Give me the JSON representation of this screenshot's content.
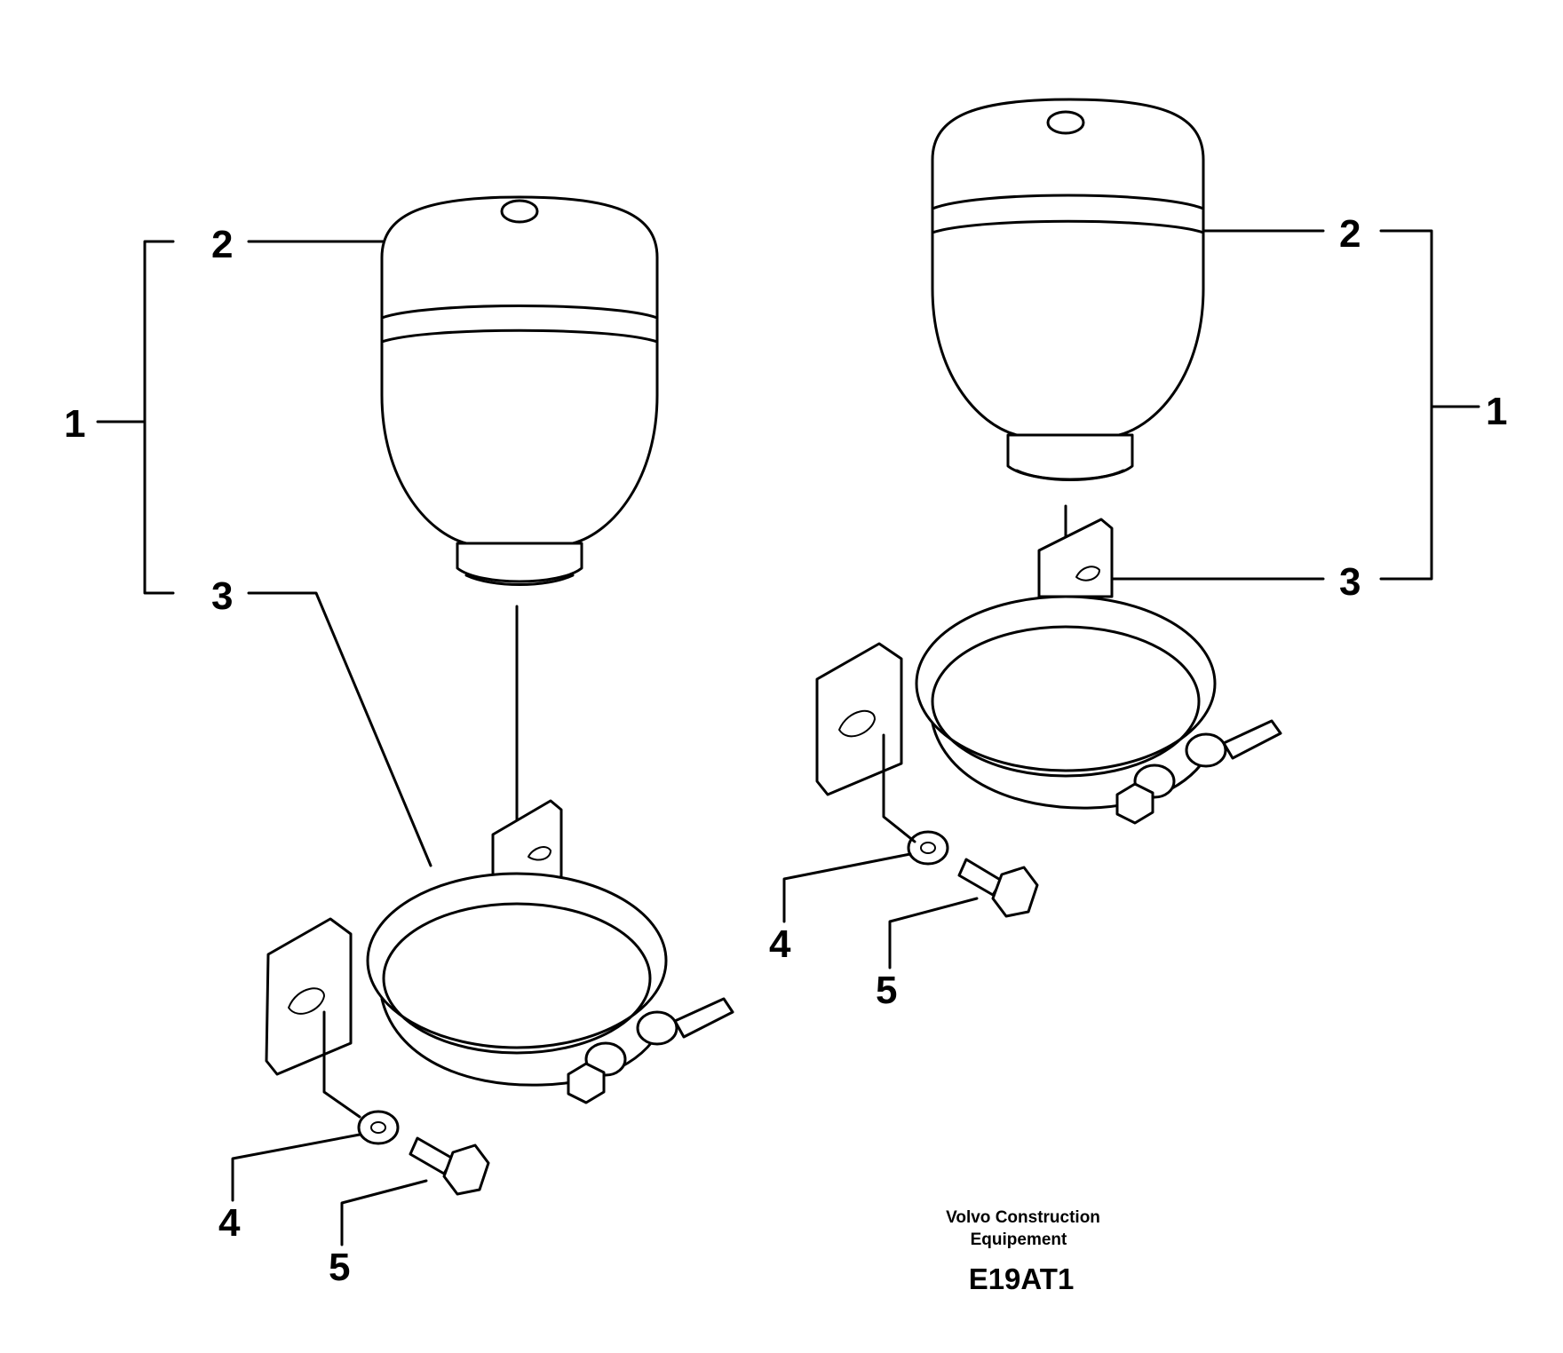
{
  "diagram": {
    "callouts": {
      "left": [
        "1",
        "2",
        "3",
        "4",
        "5"
      ],
      "right": [
        "1",
        "2",
        "3",
        "4",
        "5"
      ]
    },
    "credit_line1": "Volvo Construction",
    "credit_line2": "Equipement",
    "drawing_code": "E19AT1"
  }
}
